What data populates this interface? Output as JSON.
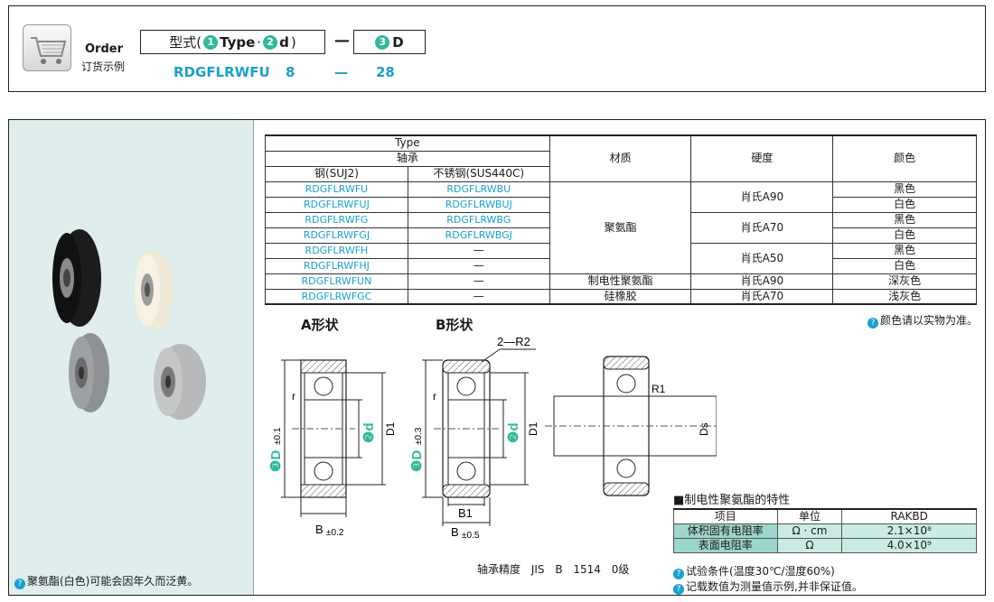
{
  "order": {
    "title": "Order",
    "subtitle": "订货示例",
    "model_label_prefix": "型式(",
    "circle1": "1",
    "type_label": "Type",
    "dot": "·",
    "circle2": "2",
    "d_label": "d",
    "suffix": ")",
    "dash": "—",
    "circle3": "3",
    "D_label": "D",
    "example_model": "RDGFLRWFU",
    "example_d": "8",
    "example_dash": "—",
    "example_D": "28"
  },
  "photo": {
    "note": "聚氨酯(白色)可能会因年久而泛黄。"
  },
  "spec_table": {
    "head_type": "Type",
    "head_bearing": "轴承",
    "head_steel": "钢(SUJ2)",
    "head_stainless": "不锈钢(SUS440C)",
    "head_material": "材质",
    "head_hardness": "硬度",
    "head_color": "颜色",
    "rows": [
      {
        "steel": "RDGFLRWFU",
        "stainless": "RDGFLRWBU",
        "color": "黑色"
      },
      {
        "steel": "RDGFLRWFUJ",
        "stainless": "RDGFLRWBUJ",
        "color": "白色"
      },
      {
        "steel": "RDGFLRWFG",
        "stainless": "RDGFLRWBG",
        "color": "黑色"
      },
      {
        "steel": "RDGFLRWFGJ",
        "stainless": "RDGFLRWBGJ",
        "color": "白色"
      },
      {
        "steel": "RDGFLRWFH",
        "stainless": "—",
        "color": "黑色"
      },
      {
        "steel": "RDGFLRWFHJ",
        "stainless": "—",
        "color": "白色"
      },
      {
        "steel": "RDGFLRWFUN",
        "stainless": "—",
        "color": "深灰色"
      },
      {
        "steel": "RDGFLRWFGC",
        "stainless": "—",
        "color": "浅灰色"
      }
    ],
    "material_pu": "聚氨酯",
    "material_anti": "制电性聚氨酯",
    "material_silicone": "硅橡胶",
    "hardness_a90": "肖氏A90",
    "hardness_a70": "肖氏A70",
    "hardness_a50": "肖氏A50",
    "hardness_anti": "肖氏A90",
    "hardness_silicone": "肖氏A70"
  },
  "color_note": "颜色请以实物为准。",
  "drawing": {
    "shape_a": "A形状",
    "shape_b": "B形状",
    "chamfer": "2—R2",
    "r": "r",
    "D_tol_a": "±0.1",
    "D_tol_b": "±0.3",
    "D1": "D1",
    "B_tol_a": "±0.2",
    "B_tol_b": "±0.5",
    "B": "B",
    "B1": "B1",
    "R1": "R1",
    "Ds": "Ds"
  },
  "properties": {
    "title": "■制电性聚氨酯的特性",
    "head_item": "项目",
    "head_unit": "单位",
    "head_value": "RAKBD",
    "rows": [
      {
        "item": "体积固有电阻率",
        "unit": "Ω · cm",
        "value": "2.1×10⁸"
      },
      {
        "item": "表面电阻率",
        "unit": "Ω",
        "value": "4.0×10⁹"
      }
    ],
    "note1": "试验条件(温度30℃/湿度60%)",
    "note2": "记载数值为测量值示例,并非保证值。"
  },
  "precision": "轴承精度 JIS B 1514 0级",
  "colors": {
    "accent_blue": "#1aa0d0",
    "accent_green": "#30b99a",
    "panel_bg": "#dfeeec"
  }
}
